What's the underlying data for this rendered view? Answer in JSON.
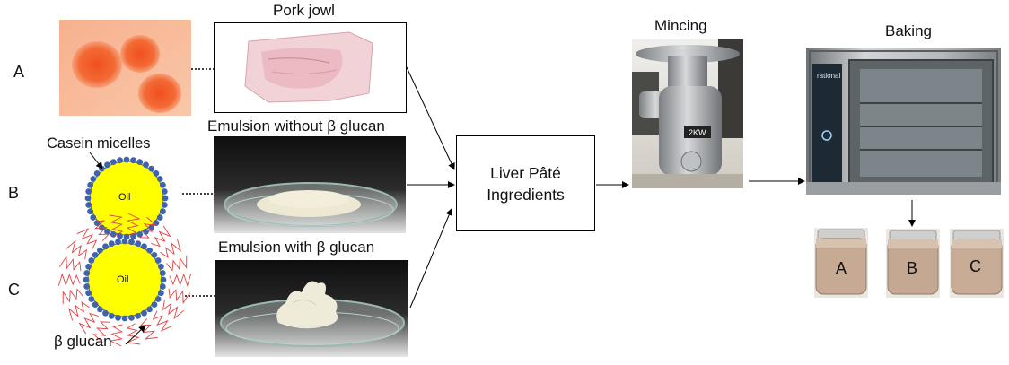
{
  "rows": [
    "A",
    "B",
    "C"
  ],
  "labels": {
    "pork_jowl": "Pork jowl",
    "emulsion_without": "Emulsion without β glucan",
    "emulsion_with": "Emulsion with β glucan",
    "casein": "Casein micelles",
    "beta_glucan": "β glucan",
    "oil": "Oil",
    "ingredients": "Liver Pâté Ingredients",
    "mincing": "Mincing",
    "baking": "Baking"
  },
  "jars": [
    "A",
    "B",
    "C"
  ],
  "mincer_badge": "2KW",
  "oven_brand": "rational"
}
